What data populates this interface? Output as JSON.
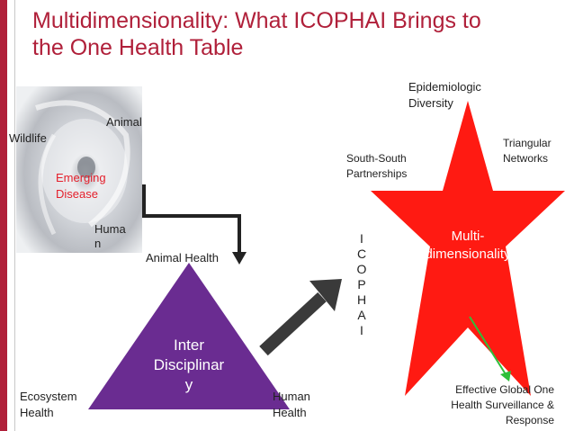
{
  "slide": {
    "title_line1": "Multidimensionality: What ICOPHAI Brings to",
    "title_line2": "the One Health Table",
    "accent_color": "#b0203a"
  },
  "storm": {
    "label_wildlife": "Wildlife",
    "label_animal": "Animal",
    "label_emerging_line1": "Emerging",
    "label_emerging_line2": "Disease",
    "label_human_line1": "Huma",
    "label_human_line2": "n"
  },
  "triangle": {
    "color": "#6a2c91",
    "inner_line1": "Inter",
    "inner_line2": "Disciplinar",
    "inner_line3": "y",
    "vertex_top": "Animal Health",
    "vertex_left_line1": "Ecosystem",
    "vertex_left_line2": "Health",
    "vertex_right_line1": "Human",
    "vertex_right_line2": "Health"
  },
  "star": {
    "color": "#ff1a12",
    "inner_line1": "Multi-",
    "inner_line2": "dimensionality",
    "point_top_line1": "Epidemiologic",
    "point_top_line2": "Diversity",
    "point_left_line1": "South-South",
    "point_left_line2": "Partnerships",
    "point_right_line1": "Triangular",
    "point_right_line2": "Networks",
    "bottom_line1": "Effective Global One",
    "bottom_line2": "Health Surveillance &",
    "bottom_line3": "Response"
  },
  "icophai_letters": [
    "I",
    "C",
    "O",
    "P",
    "H",
    "A",
    "I"
  ],
  "icons": [
    "down-arrow-icon",
    "diagonal-arrow-icon",
    "green-arrow-icon"
  ]
}
